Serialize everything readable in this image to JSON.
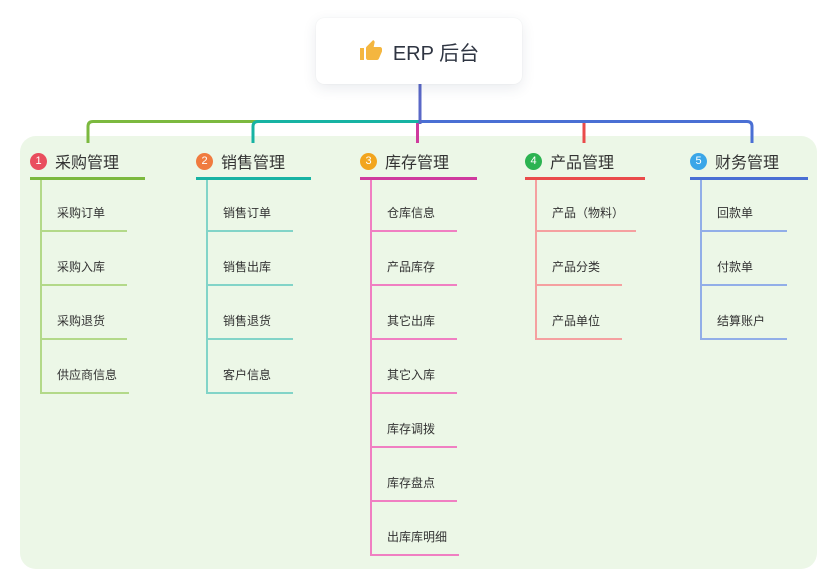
{
  "root": {
    "title": "ERP 后台",
    "icon": "thumbs-up",
    "icon_color": "#f4b63f",
    "connector_color": "#5a68c7"
  },
  "panel": {
    "background": "#ecf7e7"
  },
  "branches": [
    {
      "badge": "1",
      "label": "采购管理",
      "badge_color": "#e94e5e",
      "line_color": "#7cb93f",
      "child_line_color": "#b3d989",
      "children": [
        "采购订单",
        "采购入库",
        "采购退货",
        "供应商信息"
      ]
    },
    {
      "badge": "2",
      "label": "销售管理",
      "badge_color": "#f07b3f",
      "line_color": "#17b3a3",
      "child_line_color": "#82d4c8",
      "children": [
        "销售订单",
        "销售出库",
        "销售退货",
        "客户信息"
      ]
    },
    {
      "badge": "3",
      "label": "库存管理",
      "badge_color": "#f2a51d",
      "line_color": "#cf3a9e",
      "child_line_color": "#f07fc2",
      "children": [
        "仓库信息",
        "产品库存",
        "其它出库",
        "其它入库",
        "库存调拨",
        "库存盘点",
        "出库库明细"
      ]
    },
    {
      "badge": "4",
      "label": "产品管理",
      "badge_color": "#2cb351",
      "line_color": "#ea4b4b",
      "child_line_color": "#f5a0a0",
      "children": [
        "产品（物料）",
        "产品分类",
        "产品单位"
      ]
    },
    {
      "badge": "5",
      "label": "财务管理",
      "badge_color": "#3aa6e8",
      "line_color": "#4a6fd4",
      "child_line_color": "#92aee8",
      "children": [
        "回款单",
        "付款单",
        "结算账户"
      ]
    }
  ]
}
